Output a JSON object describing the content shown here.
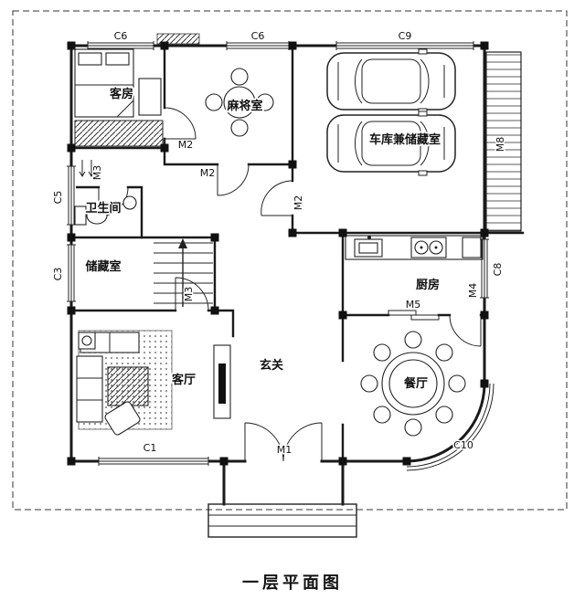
{
  "title": "一层平面图",
  "rooms": {
    "guest_room": "客房",
    "mahjong_room": "麻将室",
    "garage": "车库兼储藏室",
    "bathroom": "卫生间",
    "storage": "储藏室",
    "kitchen": "厨房",
    "living_room": "客厅",
    "foyer": "玄关",
    "dining_room": "餐厅"
  },
  "openings": {
    "c6_left": "C6",
    "c6_mid": "C6",
    "c9": "C9",
    "m8": "M8",
    "c5": "C5",
    "c3": "C3",
    "c8": "C8",
    "c1": "C1",
    "c10": "C10",
    "m1": "M1",
    "m2_guest": "M2",
    "m2_mahjong": "M2",
    "m2_garage": "M2",
    "m3_bath": "M3",
    "m3_living": "M3",
    "m4": "M4",
    "m5": "M5"
  },
  "colors": {
    "line": "#1a1a1a",
    "background": "#ffffff"
  }
}
